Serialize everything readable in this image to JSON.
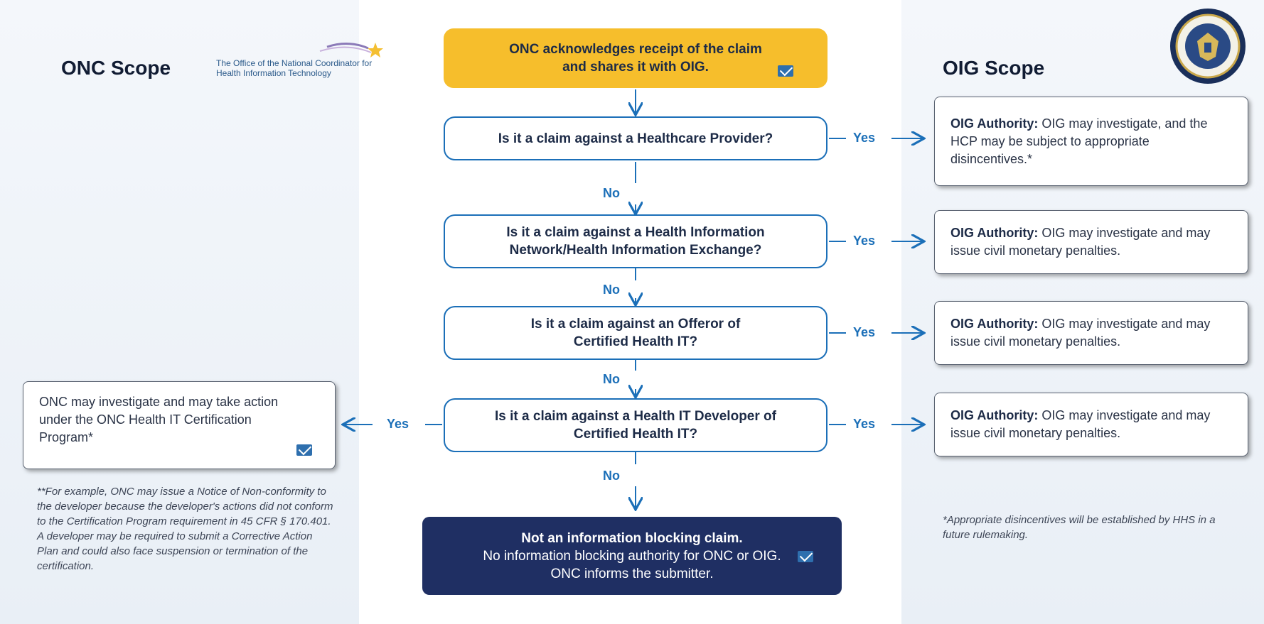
{
  "onc_scope": {
    "title": "ONC Scope",
    "logo_text": "The Office of the National Coordinator for Health Information Technology",
    "action_box": "ONC may investigate and may take action under the ONC Health IT Certification Program*",
    "footnote": "**For example, ONC may issue a Notice of Non-conformity to the developer because the developer's actions did not conform to the Certification Program requirement in 45 CFR § 170.401. A developer may be required to submit a Corrective Action Plan and could also face suspension or termination of the certification."
  },
  "oig_scope": {
    "title": "OIG Scope",
    "authority_label": "OIG Authority:",
    "outcomes": [
      " OIG may investigate, and the HCP may be subject to appropriate disincentives.*",
      " OIG may investigate and may issue civil monetary penalties.",
      " OIG may investigate and may issue civil monetary penalties.",
      " OIG may investigate and may issue civil monetary penalties."
    ],
    "footnote": "*Appropriate disincentives will be established by HHS in a future rulemaking."
  },
  "flow": {
    "start": "ONC acknowledges receipt of the claim and shares it with OIG.",
    "questions": [
      "Is it a claim against a Healthcare Provider?",
      "Is it a claim against a Health Information Network/Health Information Exchange?",
      "Is it a claim against an Offeror of Certified Health IT?",
      "Is it a claim against a Health IT Developer of Certified Health IT?"
    ],
    "yes_label": "Yes",
    "no_label": "No",
    "end_bold": "Not an information blocking claim.",
    "end_text": "No information blocking authority for ONC or OIG. ONC informs the submitter."
  },
  "icons": [
    "mail-icon",
    "hhs-oig-seal",
    "onc-logo-swoosh"
  ],
  "colors": {
    "start_box": "#f6be2c",
    "question_border": "#1b6fb8",
    "end_box": "#1f2f63",
    "arrows": "#1b6fb8"
  }
}
